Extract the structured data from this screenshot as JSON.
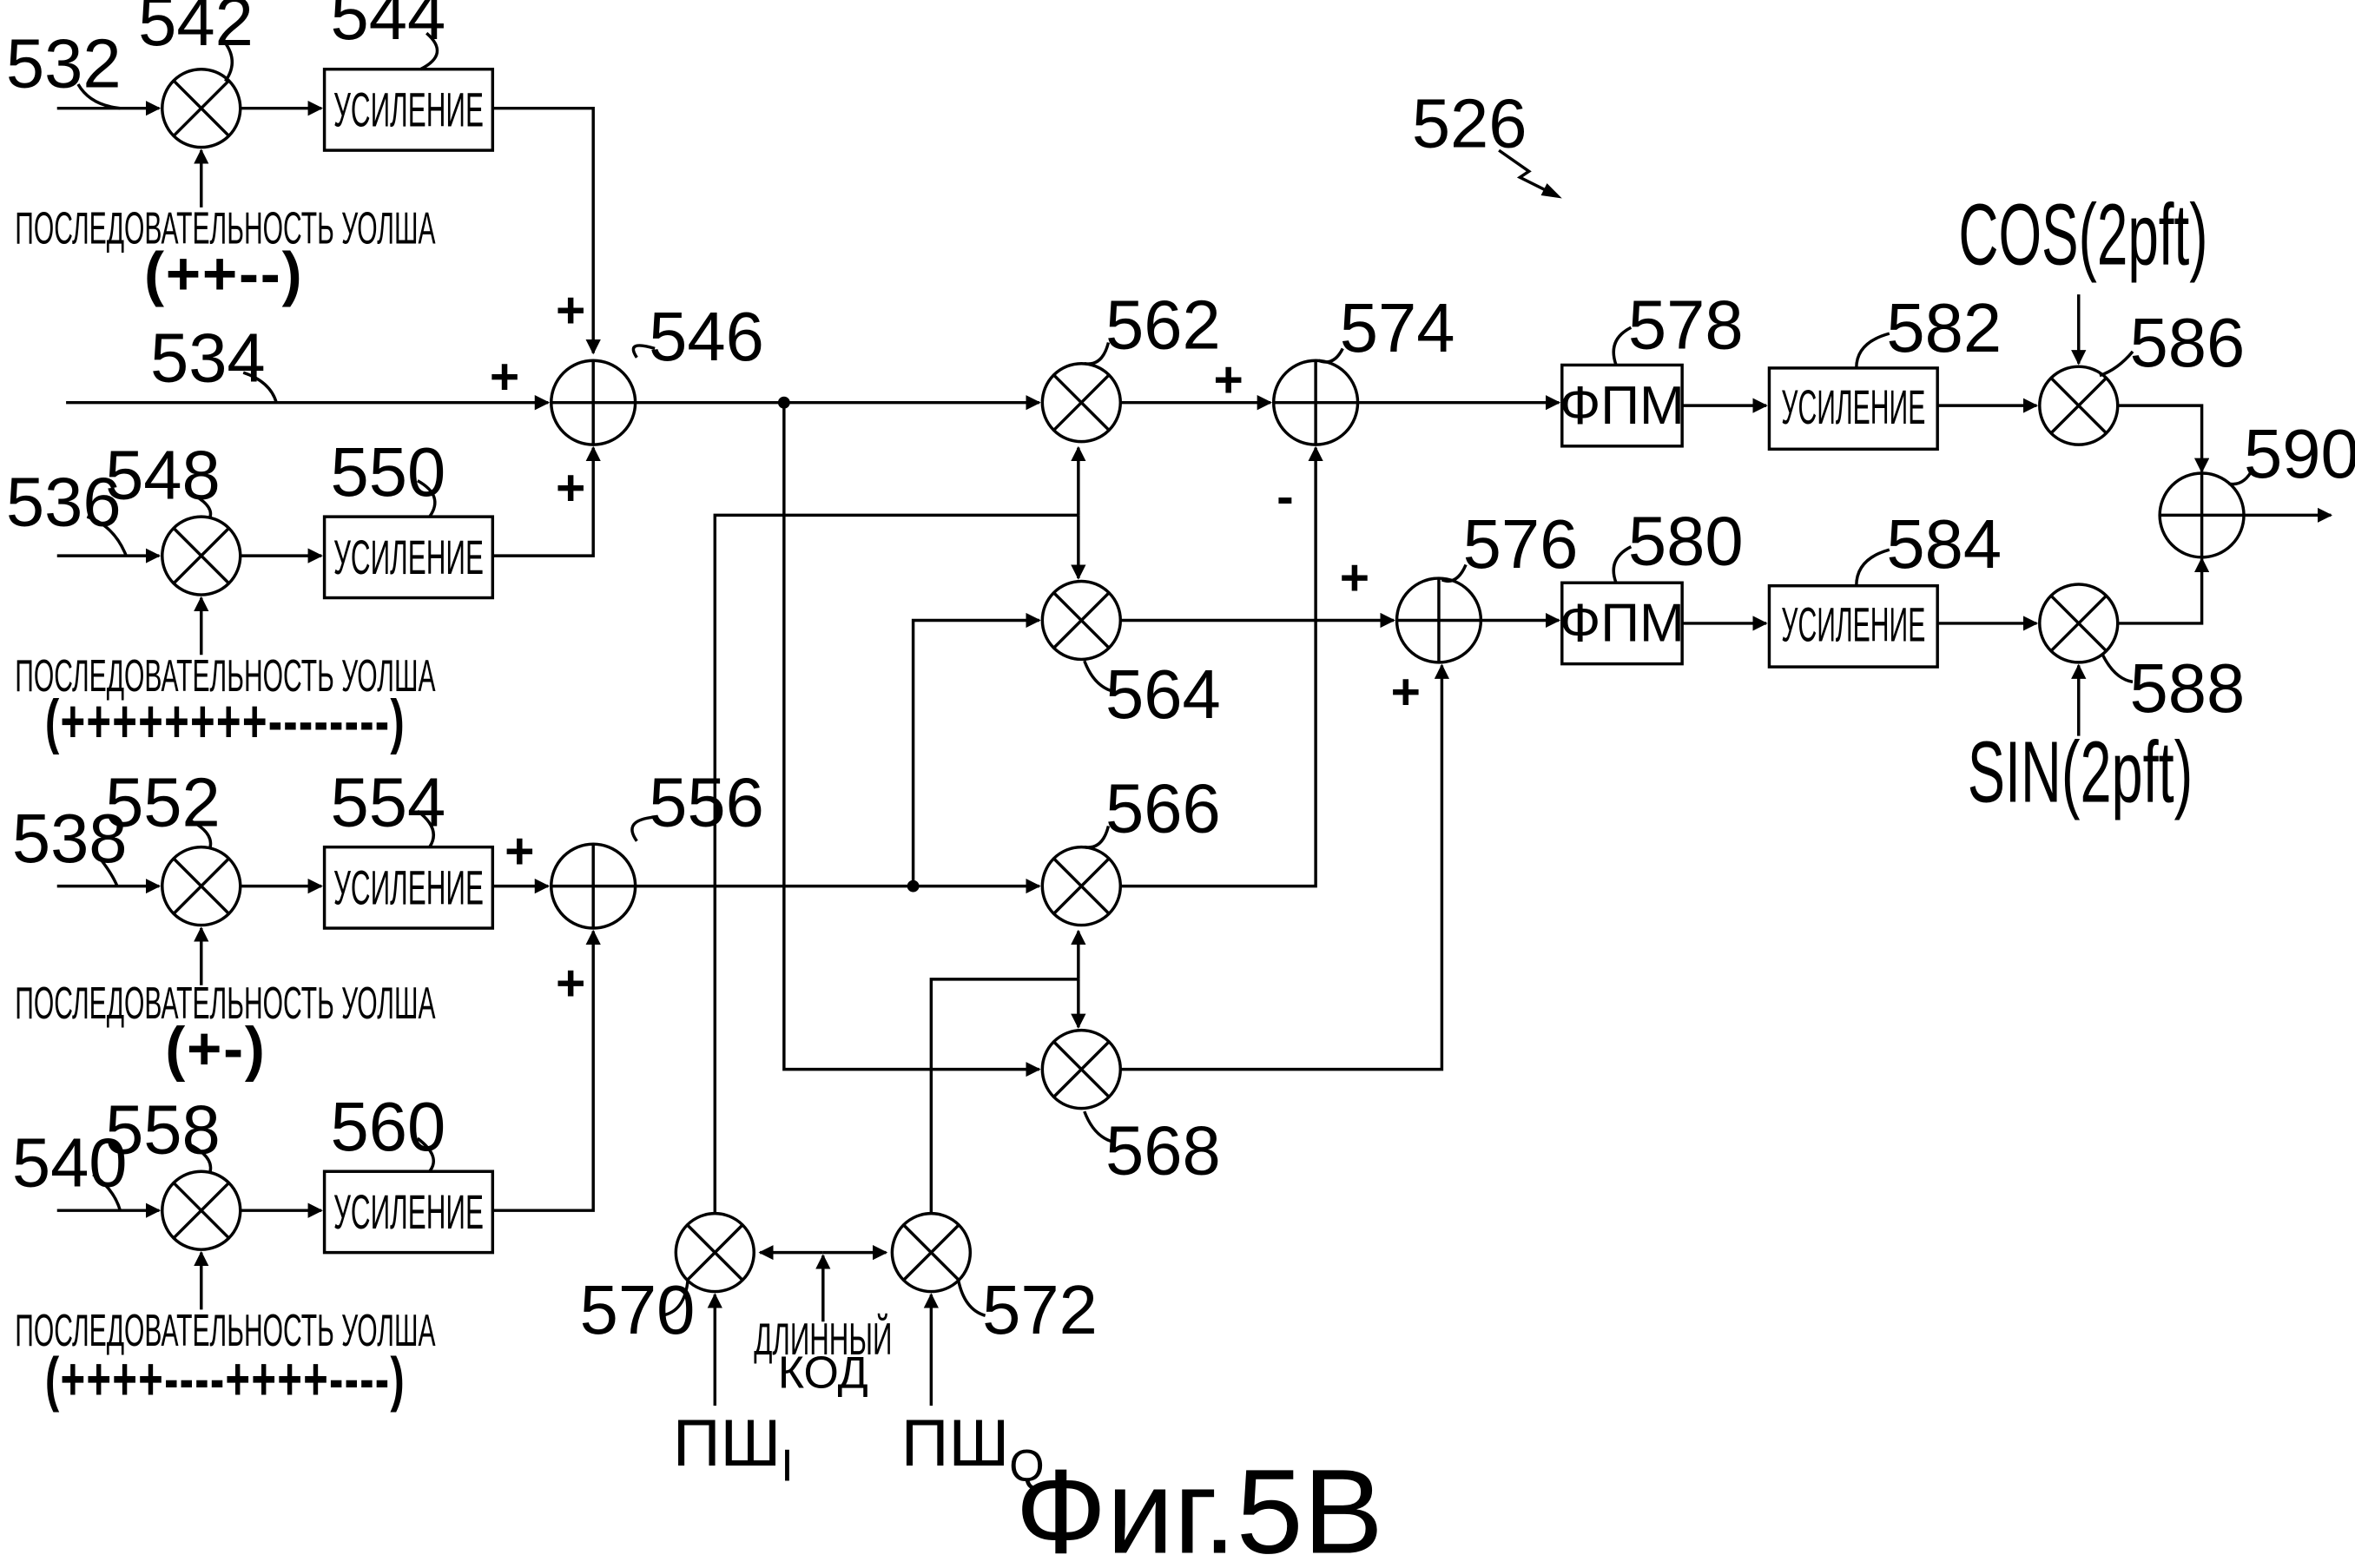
{
  "figure_caption": "Фиг.5B",
  "reference_labels": {
    "r526": "526",
    "r532": "532",
    "r534": "534",
    "r536": "536",
    "r538": "538",
    "r540": "540",
    "r542": "542",
    "r544": "544",
    "r546": "546",
    "r548": "548",
    "r550": "550",
    "r552": "552",
    "r554": "554",
    "r556": "556",
    "r558": "558",
    "r560": "560",
    "r562": "562",
    "r564": "564",
    "r566": "566",
    "r568": "568",
    "r570": "570",
    "r572": "572",
    "r574": "574",
    "r576": "576",
    "r578": "578",
    "r580": "580",
    "r582": "582",
    "r584": "584",
    "r586": "586",
    "r588": "588",
    "r590": "590"
  },
  "blocks": {
    "gain_label": "УСИЛЕНИЕ",
    "filter_label": "ФПМ"
  },
  "walsh": {
    "caption": "ПОСЛЕДОВАТЕЛЬНОСТЬ УОЛША",
    "seq1": "(++--)",
    "seq2": "(++++++++--------)",
    "seq3": "(+-)",
    "seq4": "(++++----++++----)"
  },
  "signs": {
    "plus": "+",
    "minus": "-"
  },
  "long_code": {
    "line1": "ДЛИННЫЙ",
    "line2": "КОД"
  },
  "pn": {
    "base": "ПШ",
    "i_sub": "I",
    "q_sub": "Q"
  },
  "carriers": {
    "cos": "COS(2pft)",
    "sin": "SIN(2pft)"
  }
}
